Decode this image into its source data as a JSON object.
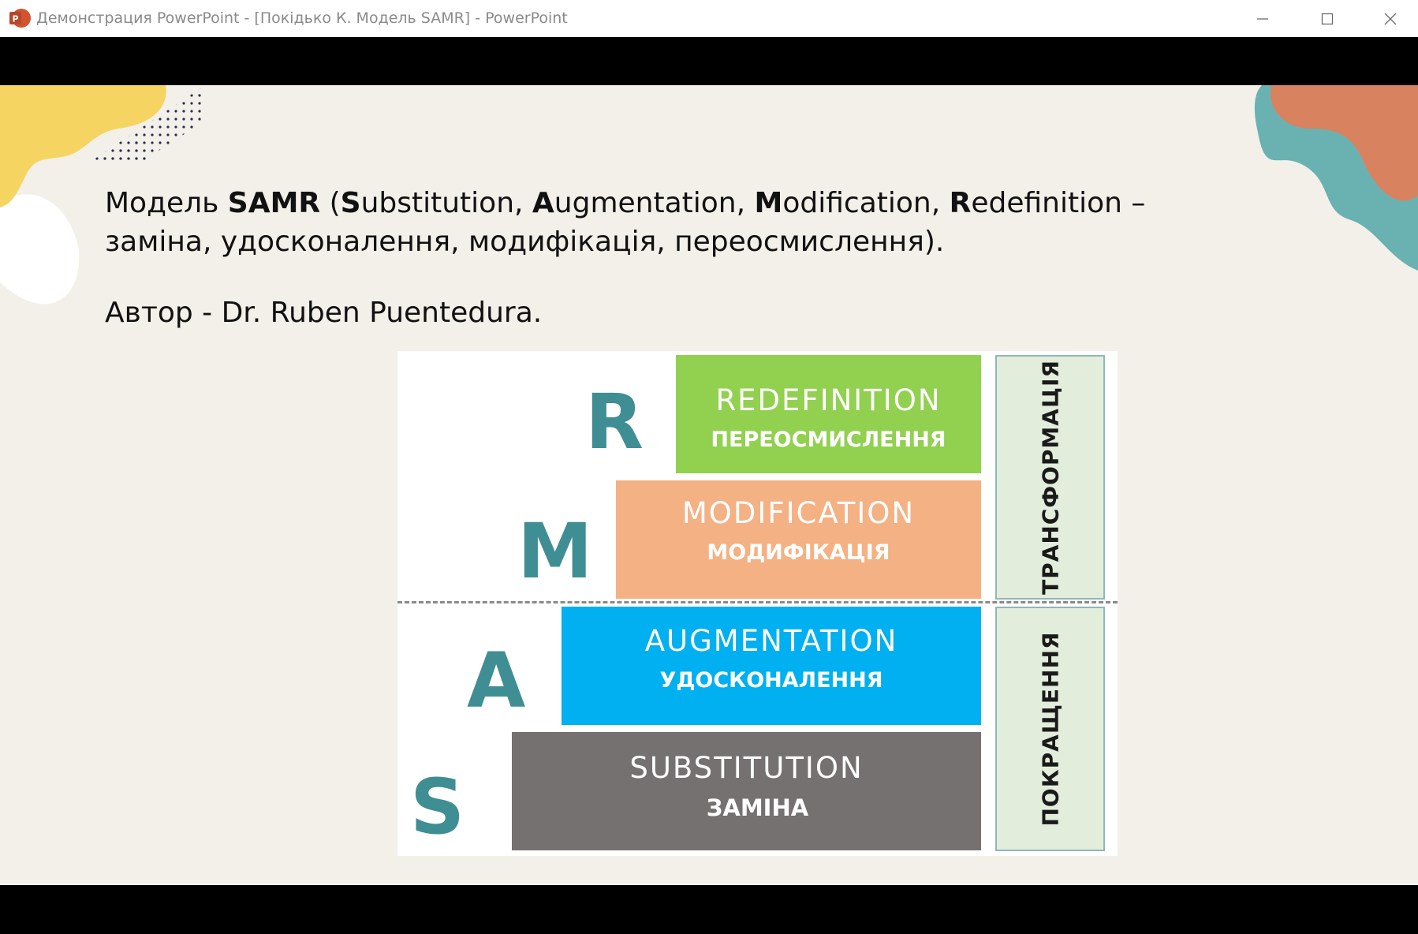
{
  "window": {
    "title": "Демонстрация PowerPoint - [Покідько К. Модель SAMR] - PowerPoint",
    "icon": "powerpoint-icon",
    "controls": [
      "minimize-icon",
      "maximize-icon",
      "close-icon"
    ]
  },
  "slide": {
    "paragraph": {
      "part1": "Модель ",
      "samr": "SAMR",
      "part2": " (",
      "s": "S",
      "s_rest": "ubstitution, ",
      "a": "A",
      "a_rest": "ugmentation, ",
      "m": "M",
      "m_rest": "odification, ",
      "r": "R",
      "r_rest": "edefinition – заміна, удосконалення, модифікація, переосмислення)."
    },
    "author": "Автор - Dr. Ruben Puentedura.",
    "diagram": {
      "levels": [
        {
          "letter": "R",
          "en": "REDEFINITION",
          "ua": "ПЕРЕОСМИСЛЕННЯ",
          "color": "#92d050"
        },
        {
          "letter": "M",
          "en": "MODIFICATION",
          "ua": "МОДИФІКАЦІЯ",
          "color": "#f4b183"
        },
        {
          "letter": "A",
          "en": "AUGMENTATION",
          "ua": "УДОСКОНАЛЕННЯ",
          "color": "#00b0f0"
        },
        {
          "letter": "S",
          "en": "SUBSTITUTION",
          "ua": "ЗАМІНА",
          "color": "#767171"
        }
      ],
      "groups": {
        "top": "ТРАНСФОРМАЦІЯ",
        "bottom": "ПОКРАЩЕННЯ"
      },
      "letter_color": "#3f8e93"
    }
  },
  "colors": {
    "slide_bg": "#f3f0ea",
    "yellow": "#f5d462",
    "orange": "#d9825f",
    "teal": "#6ab2b2"
  }
}
